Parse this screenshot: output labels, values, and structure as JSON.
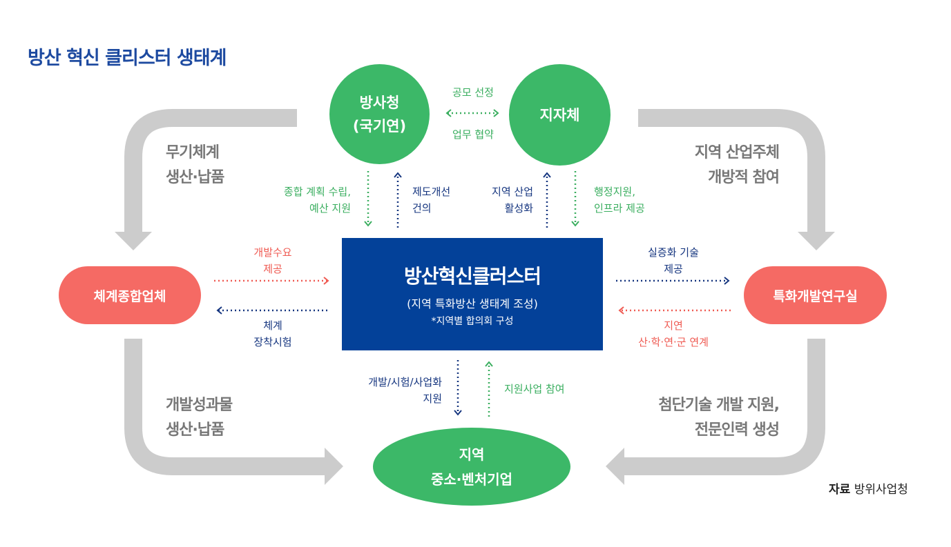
{
  "title": "방산 혁신 클리스터 생태계",
  "nodes": {
    "dapa": [
      "방사청",
      "(국기연)"
    ],
    "local_gov": "지자체",
    "system_integrator": "체계종합업체",
    "special_lab": "특화개발연구실",
    "cluster": {
      "name": "방산혁신클러스터",
      "subtitle": "(지역 특화방산 생태계 조성)",
      "note": "*지역별 합의회 구성"
    },
    "sme": [
      "지역",
      "중소·벤처기업"
    ]
  },
  "flows": {
    "dapa_local_top": "공모 선정",
    "dapa_local_bottom": "업무 협약",
    "dapa_to_cluster": [
      "종합 계획 수립,",
      "예산 지원"
    ],
    "cluster_to_dapa": [
      "제도개선",
      "건의"
    ],
    "cluster_to_local": [
      "지역 산업",
      "활성화"
    ],
    "local_to_cluster": [
      "행정지원,",
      "인프라 제공"
    ],
    "si_to_cluster": [
      "개발수요",
      "제공"
    ],
    "cluster_to_si": [
      "체계",
      "장착시험"
    ],
    "cluster_to_lab": [
      "실증화 기술",
      "제공"
    ],
    "lab_to_cluster": [
      "지연",
      "산·학·연·군 연계"
    ],
    "cluster_to_sme": [
      "개발/시험/사업화",
      "지원"
    ],
    "sme_to_cluster": "지원사업 참여"
  },
  "outer_flows": {
    "top_left": [
      "무기체계",
      "생산·납품"
    ],
    "top_right": [
      "지역 산업주체",
      "개방적 참여"
    ],
    "bottom_left": [
      "개발성과물",
      "생산·납품"
    ],
    "bottom_right": [
      "첨단기술 개발 지원,",
      "전문인력 생성"
    ]
  },
  "source": {
    "label": "자료",
    "value": "방위사업청"
  },
  "colors": {
    "green": "#3cb868",
    "red": "#f56a64",
    "navy": "#034199",
    "gray_arrow": "#cccccc"
  }
}
